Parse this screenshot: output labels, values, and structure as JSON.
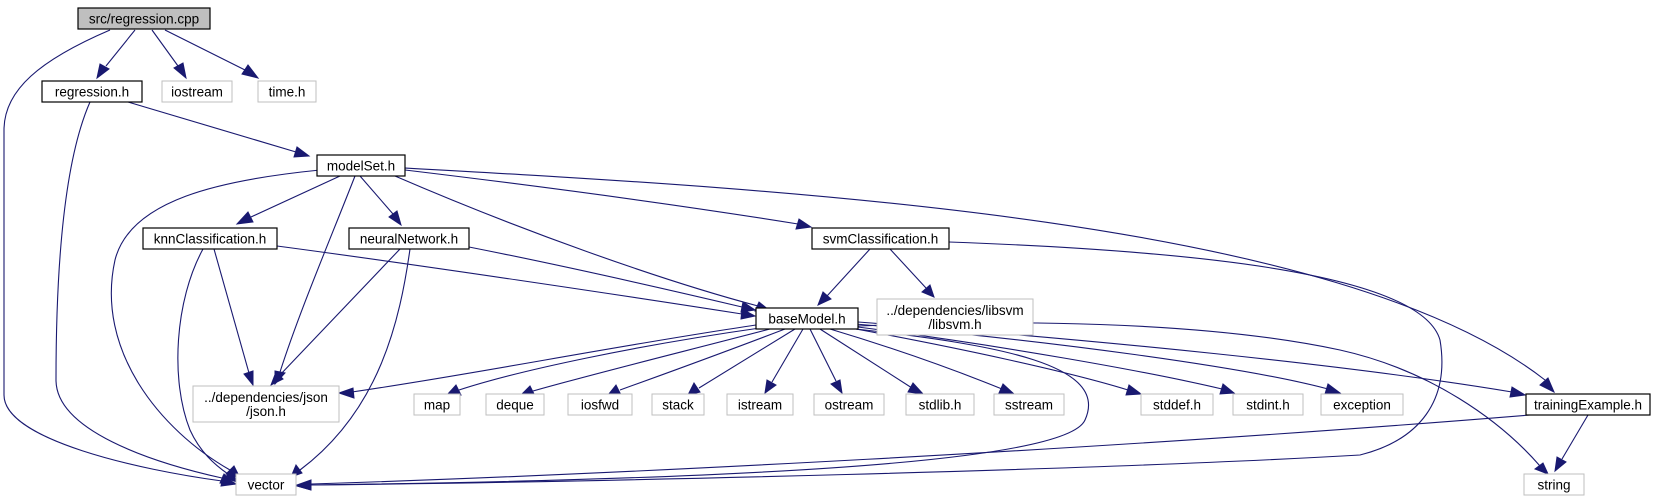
{
  "graph": {
    "nodes": [
      {
        "id": "regression_cpp",
        "lines": [
          "src/regression.cpp"
        ],
        "kind": "root"
      },
      {
        "id": "regression_h",
        "lines": [
          "regression.h"
        ],
        "kind": "documented"
      },
      {
        "id": "iostream",
        "lines": [
          "iostream"
        ],
        "kind": "external"
      },
      {
        "id": "time_h",
        "lines": [
          "time.h"
        ],
        "kind": "external"
      },
      {
        "id": "modelset_h",
        "lines": [
          "modelSet.h"
        ],
        "kind": "documented"
      },
      {
        "id": "knn_h",
        "lines": [
          "knnClassification.h"
        ],
        "kind": "documented"
      },
      {
        "id": "neural_h",
        "lines": [
          "neuralNetwork.h"
        ],
        "kind": "documented"
      },
      {
        "id": "svm_h",
        "lines": [
          "svmClassification.h"
        ],
        "kind": "documented"
      },
      {
        "id": "basemodel_h",
        "lines": [
          "baseModel.h"
        ],
        "kind": "documented"
      },
      {
        "id": "libsvm_h",
        "lines": [
          "../dependencies/libsvm",
          "/libsvm.h"
        ],
        "kind": "external"
      },
      {
        "id": "json_h",
        "lines": [
          "../dependencies/json",
          "/json.h"
        ],
        "kind": "external"
      },
      {
        "id": "map",
        "lines": [
          "map"
        ],
        "kind": "external"
      },
      {
        "id": "deque",
        "lines": [
          "deque"
        ],
        "kind": "external"
      },
      {
        "id": "iosfwd",
        "lines": [
          "iosfwd"
        ],
        "kind": "external"
      },
      {
        "id": "stack",
        "lines": [
          "stack"
        ],
        "kind": "external"
      },
      {
        "id": "istream",
        "lines": [
          "istream"
        ],
        "kind": "external"
      },
      {
        "id": "ostream",
        "lines": [
          "ostream"
        ],
        "kind": "external"
      },
      {
        "id": "stdlib_h",
        "lines": [
          "stdlib.h"
        ],
        "kind": "external"
      },
      {
        "id": "sstream",
        "lines": [
          "sstream"
        ],
        "kind": "external"
      },
      {
        "id": "stddef_h",
        "lines": [
          "stddef.h"
        ],
        "kind": "external"
      },
      {
        "id": "stdint_h",
        "lines": [
          "stdint.h"
        ],
        "kind": "external"
      },
      {
        "id": "exception",
        "lines": [
          "exception"
        ],
        "kind": "external"
      },
      {
        "id": "trainingexample_h",
        "lines": [
          "trainingExample.h"
        ],
        "kind": "documented"
      },
      {
        "id": "vector",
        "lines": [
          "vector"
        ],
        "kind": "external"
      },
      {
        "id": "string",
        "lines": [
          "string"
        ],
        "kind": "external"
      }
    ],
    "edges": [
      {
        "from": "regression_cpp",
        "to": "regression_h"
      },
      {
        "from": "regression_cpp",
        "to": "iostream"
      },
      {
        "from": "regression_cpp",
        "to": "time_h"
      },
      {
        "from": "regression_cpp",
        "to": "vector"
      },
      {
        "from": "regression_h",
        "to": "modelset_h"
      },
      {
        "from": "regression_h",
        "to": "vector"
      },
      {
        "from": "modelset_h",
        "to": "knn_h"
      },
      {
        "from": "modelset_h",
        "to": "neural_h"
      },
      {
        "from": "modelset_h",
        "to": "svm_h"
      },
      {
        "from": "modelset_h",
        "to": "basemodel_h"
      },
      {
        "from": "modelset_h",
        "to": "json_h"
      },
      {
        "from": "modelset_h",
        "to": "vector"
      },
      {
        "from": "modelset_h",
        "to": "trainingexample_h"
      },
      {
        "from": "knn_h",
        "to": "basemodel_h"
      },
      {
        "from": "knn_h",
        "to": "json_h"
      },
      {
        "from": "knn_h",
        "to": "vector"
      },
      {
        "from": "neural_h",
        "to": "basemodel_h"
      },
      {
        "from": "neural_h",
        "to": "json_h"
      },
      {
        "from": "neural_h",
        "to": "vector"
      },
      {
        "from": "svm_h",
        "to": "basemodel_h"
      },
      {
        "from": "svm_h",
        "to": "libsvm_h"
      },
      {
        "from": "svm_h",
        "to": "vector"
      },
      {
        "from": "basemodel_h",
        "to": "json_h"
      },
      {
        "from": "basemodel_h",
        "to": "map"
      },
      {
        "from": "basemodel_h",
        "to": "deque"
      },
      {
        "from": "basemodel_h",
        "to": "iosfwd"
      },
      {
        "from": "basemodel_h",
        "to": "stack"
      },
      {
        "from": "basemodel_h",
        "to": "istream"
      },
      {
        "from": "basemodel_h",
        "to": "ostream"
      },
      {
        "from": "basemodel_h",
        "to": "stdlib_h"
      },
      {
        "from": "basemodel_h",
        "to": "sstream"
      },
      {
        "from": "basemodel_h",
        "to": "stddef_h"
      },
      {
        "from": "basemodel_h",
        "to": "stdint_h"
      },
      {
        "from": "basemodel_h",
        "to": "exception"
      },
      {
        "from": "basemodel_h",
        "to": "trainingexample_h"
      },
      {
        "from": "basemodel_h",
        "to": "vector"
      },
      {
        "from": "basemodel_h",
        "to": "string"
      },
      {
        "from": "trainingexample_h",
        "to": "vector"
      },
      {
        "from": "trainingexample_h",
        "to": "string"
      }
    ],
    "colors": {
      "edge": "#191970",
      "root_fill": "#bfbfbf",
      "documented_border": "#000000",
      "external_border": "#bfbfbf",
      "text": "#000000"
    }
  }
}
